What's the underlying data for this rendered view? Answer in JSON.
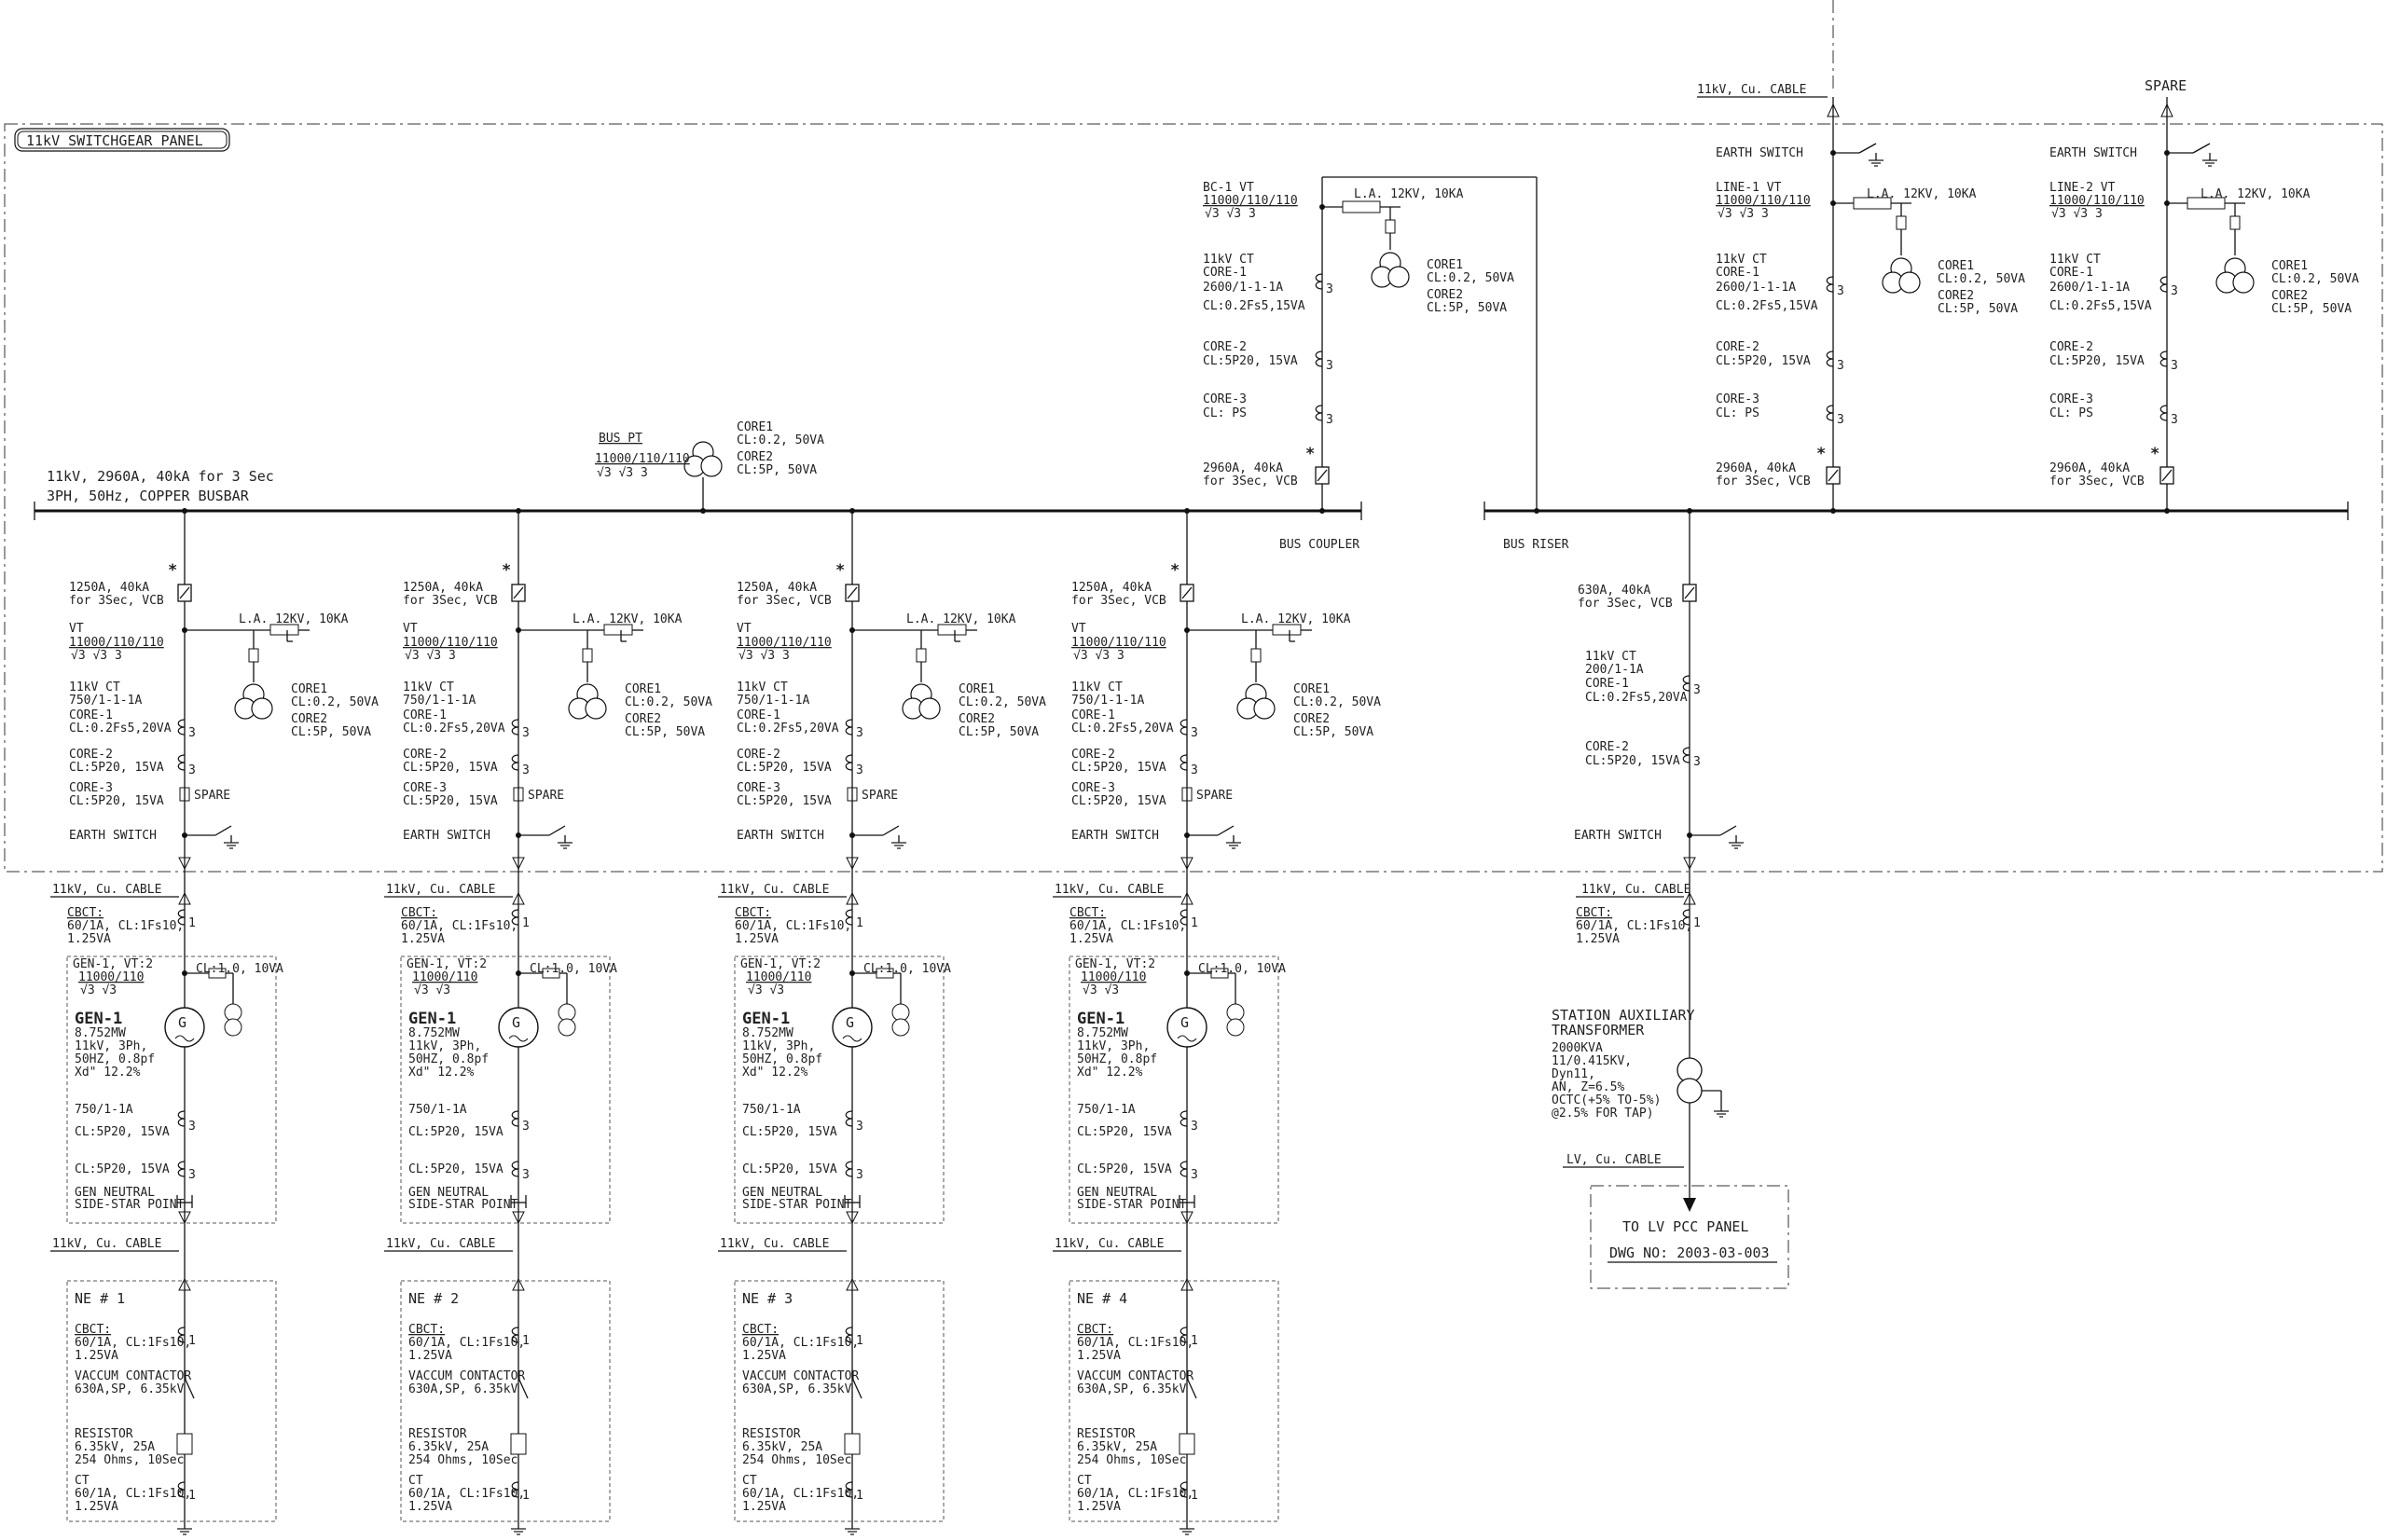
{
  "panel_title": "11kV SWITCHGEAR PANEL",
  "busbar": {
    "line1": "11kV, 2960A, 40kA for 3 Sec",
    "line2": "3PH, 50Hz, COPPER BUSBAR"
  },
  "bus_pt": {
    "label": "BUS PT",
    "ratio_num": "11000/110/110",
    "ratio_den": "√3  √3  3",
    "core1_a": "CORE1",
    "core1_b": "CL:0.2, 50VA",
    "core2_a": "CORE2",
    "core2_b": "CL:5P, 50VA"
  },
  "bus_coupler_label": "BUS COUPLER",
  "bus_riser_label": "BUS RISER",
  "spare_label": "SPARE",
  "incoming_cable": "11kV, Cu. CABLE",
  "bc_panel": {
    "vt": "BC-1 VT",
    "ratio_num": "11000/110/110",
    "ratio_den": "√3  √3  3",
    "la": "L.A. 12KV, 10KA",
    "core1_a": "CORE1",
    "core1_b": "CL:0.2, 50VA",
    "core2_a": "CORE2",
    "core2_b": "CL:5P, 50VA",
    "ct": "11kV CT",
    "ct_core1": "CORE-1",
    "ct_ratio": "2600/1-1-1A",
    "ct_cl": "CL:0.2Fs5,15VA",
    "core2": "CORE-2",
    "core2_cl": "CL:5P20, 15VA",
    "core3": "CORE-3",
    "core3_cl": "CL: PS",
    "vcb_a": "2960A, 40kA",
    "vcb_b": "for 3Sec, VCB"
  },
  "lines": [
    {
      "vt": "LINE-1 VT",
      "earth": "EARTH SWITCH",
      "ratio_num": "11000/110/110",
      "ratio_den": "√3  √3  3",
      "la": "L.A. 12KV, 10KA",
      "core1_a": "CORE1",
      "core1_b": "CL:0.2, 50VA",
      "core2_a": "CORE2",
      "core2_b": "CL:5P, 50VA",
      "ct": "11kV CT",
      "ct_core1": "CORE-1",
      "ct_ratio": "2600/1-1-1A",
      "ct_cl": "CL:0.2Fs5,15VA",
      "core2": "CORE-2",
      "core2_cl": "CL:5P20, 15VA",
      "core3": "CORE-3",
      "core3_cl": "CL: PS",
      "vcb_a": "2960A, 40kA",
      "vcb_b": "for 3Sec, VCB"
    },
    {
      "vt": "LINE-2 VT",
      "earth": "EARTH SWITCH",
      "ratio_num": "11000/110/110",
      "ratio_den": "√3  √3  3",
      "la": "L.A. 12KV, 10KA",
      "core1_a": "CORE1",
      "core1_b": "CL:0.2, 50VA",
      "core2_a": "CORE2",
      "core2_b": "CL:5P, 50VA",
      "ct": "11kV CT",
      "ct_core1": "CORE-1",
      "ct_ratio": "2600/1-1-1A",
      "ct_cl": "CL:0.2Fs5,15VA",
      "core2": "CORE-2",
      "core2_cl": "CL:5P20, 15VA",
      "core3": "CORE-3",
      "core3_cl": "CL: PS",
      "vcb_a": "2960A, 40kA",
      "vcb_b": "for 3Sec, VCB"
    }
  ],
  "feeders": [
    {
      "vcb_a": "1250A, 40kA",
      "vcb_b": "for 3Sec, VCB",
      "vt": "VT",
      "ratio_num": "11000/110/110",
      "ratio_den": "√3  √3  3",
      "la": "L.A. 12KV, 10KA",
      "core1_a": "CORE1",
      "core1_b": "CL:0.2, 50VA",
      "core2_a": "CORE2",
      "core2_b": "CL:5P, 50VA",
      "ct": "11kV CT",
      "ct_ratio": "750/1-1-1A",
      "ct_core1": "CORE-1",
      "ct_cl": "CL:0.2Fs5,20VA",
      "core2": "CORE-2",
      "core2_cl": "CL:5P20, 15VA",
      "core3": "CORE-3",
      "core3_cl": "CL:5P20, 15VA",
      "spare": "SPARE",
      "earth": "EARTH SWITCH",
      "cable": "11kV, Cu. CABLE",
      "cbct": "CBCT:",
      "cbct_a": "60/1A, CL:1Fs10,",
      "cbct_b": "1.25VA",
      "genvt": "GEN-1, VT:2",
      "genvt_num": "11000/110",
      "genvt_den": "√3  √3",
      "genvt_cl": "CL:1.0, 10VA",
      "gen": "GEN-1",
      "gen_mw": "8.752MW",
      "gen_v": "11kV, 3Ph,",
      "gen_hz": "50HZ, 0.8pf",
      "gen_xd": "Xd\" 12.2%",
      "g": "G",
      "nct": "750/1-1A",
      "nct_cl1": "CL:5P20, 15VA",
      "nct_cl2": "CL:5P20, 15VA",
      "neutral_a": "GEN NEUTRAL",
      "neutral_b": "SIDE-STAR POINT",
      "cable2": "11kV, Cu. CABLE",
      "ne": "NE # 1",
      "ne_cbct": "CBCT:",
      "ne_cbct_a": "60/1A, CL:1Fs10,",
      "ne_cbct_b": "1.25VA",
      "vc": "VACCUM CONTACTOR",
      "vc_b": "630A,SP, 6.35kV",
      "res": "RESISTOR",
      "res_a": "6.35kV, 25A",
      "res_b": "254 Ohms, 10Sec",
      "ct2": "CT",
      "ct2_a": "60/1A, CL:1Fs10,",
      "ct2_b": "1.25VA"
    },
    {
      "vcb_a": "1250A, 40kA",
      "vcb_b": "for 3Sec, VCB",
      "vt": "VT",
      "ratio_num": "11000/110/110",
      "ratio_den": "√3  √3  3",
      "la": "L.A. 12KV, 10KA",
      "core1_a": "CORE1",
      "core1_b": "CL:0.2, 50VA",
      "core2_a": "CORE2",
      "core2_b": "CL:5P, 50VA",
      "ct": "11kV CT",
      "ct_ratio": "750/1-1-1A",
      "ct_core1": "CORE-1",
      "ct_cl": "CL:0.2Fs5,20VA",
      "core2": "CORE-2",
      "core2_cl": "CL:5P20, 15VA",
      "core3": "CORE-3",
      "core3_cl": "CL:5P20, 15VA",
      "spare": "SPARE",
      "earth": "EARTH SWITCH",
      "cable": "11kV, Cu. CABLE",
      "cbct": "CBCT:",
      "cbct_a": "60/1A, CL:1Fs10,",
      "cbct_b": "1.25VA",
      "genvt": "GEN-1, VT:2",
      "genvt_num": "11000/110",
      "genvt_den": "√3  √3",
      "genvt_cl": "CL:1.0, 10VA",
      "gen": "GEN-1",
      "gen_mw": "8.752MW",
      "gen_v": "11kV, 3Ph,",
      "gen_hz": "50HZ, 0.8pf",
      "gen_xd": "Xd\" 12.2%",
      "g": "G",
      "nct": "750/1-1A",
      "nct_cl1": "CL:5P20, 15VA",
      "nct_cl2": "CL:5P20, 15VA",
      "neutral_a": "GEN NEUTRAL",
      "neutral_b": "SIDE-STAR POINT",
      "cable2": "11kV, Cu. CABLE",
      "ne": "NE # 2",
      "ne_cbct": "CBCT:",
      "ne_cbct_a": "60/1A, CL:1Fs10,",
      "ne_cbct_b": "1.25VA",
      "vc": "VACCUM CONTACTOR",
      "vc_b": "630A,SP, 6.35kV",
      "res": "RESISTOR",
      "res_a": "6.35kV, 25A",
      "res_b": "254 Ohms, 10Sec",
      "ct2": "CT",
      "ct2_a": "60/1A, CL:1Fs10,",
      "ct2_b": "1.25VA"
    },
    {
      "vcb_a": "1250A, 40kA",
      "vcb_b": "for 3Sec, VCB",
      "vt": "VT",
      "ratio_num": "11000/110/110",
      "ratio_den": "√3  √3  3",
      "la": "L.A. 12KV, 10KA",
      "core1_a": "CORE1",
      "core1_b": "CL:0.2, 50VA",
      "core2_a": "CORE2",
      "core2_b": "CL:5P, 50VA",
      "ct": "11kV CT",
      "ct_ratio": "750/1-1-1A",
      "ct_core1": "CORE-1",
      "ct_cl": "CL:0.2Fs5,20VA",
      "core2": "CORE-2",
      "core2_cl": "CL:5P20, 15VA",
      "core3": "CORE-3",
      "core3_cl": "CL:5P20, 15VA",
      "spare": "SPARE",
      "earth": "EARTH SWITCH",
      "cable": "11kV, Cu. CABLE",
      "cbct": "CBCT:",
      "cbct_a": "60/1A, CL:1Fs10,",
      "cbct_b": "1.25VA",
      "genvt": "GEN-1, VT:2",
      "genvt_num": "11000/110",
      "genvt_den": "√3  √3",
      "genvt_cl": "CL:1.0, 10VA",
      "gen": "GEN-1",
      "gen_mw": "8.752MW",
      "gen_v": "11kV, 3Ph,",
      "gen_hz": "50HZ, 0.8pf",
      "gen_xd": "Xd\" 12.2%",
      "g": "G",
      "nct": "750/1-1A",
      "nct_cl1": "CL:5P20, 15VA",
      "nct_cl2": "CL:5P20, 15VA",
      "neutral_a": "GEN NEUTRAL",
      "neutral_b": "SIDE-STAR POINT",
      "cable2": "11kV, Cu. CABLE",
      "ne": "NE # 3",
      "ne_cbct": "CBCT:",
      "ne_cbct_a": "60/1A, CL:1Fs10,",
      "ne_cbct_b": "1.25VA",
      "vc": "VACCUM CONTACTOR",
      "vc_b": "630A,SP, 6.35kV",
      "res": "RESISTOR",
      "res_a": "6.35kV, 25A",
      "res_b": "254 Ohms, 10Sec",
      "ct2": "CT",
      "ct2_a": "60/1A, CL:1Fs10,",
      "ct2_b": "1.25VA"
    },
    {
      "vcb_a": "1250A, 40kA",
      "vcb_b": "for 3Sec, VCB",
      "vt": "VT",
      "ratio_num": "11000/110/110",
      "ratio_den": "√3  √3  3",
      "la": "L.A. 12KV, 10KA",
      "core1_a": "CORE1",
      "core1_b": "CL:0.2, 50VA",
      "core2_a": "CORE2",
      "core2_b": "CL:5P, 50VA",
      "ct": "11kV CT",
      "ct_ratio": "750/1-1-1A",
      "ct_core1": "CORE-1",
      "ct_cl": "CL:0.2Fs5,20VA",
      "core2": "CORE-2",
      "core2_cl": "CL:5P20, 15VA",
      "core3": "CORE-3",
      "core3_cl": "CL:5P20, 15VA",
      "spare": "SPARE",
      "earth": "EARTH SWITCH",
      "cable": "11kV, Cu. CABLE",
      "cbct": "CBCT:",
      "cbct_a": "60/1A, CL:1Fs10,",
      "cbct_b": "1.25VA",
      "genvt": "GEN-1, VT:2",
      "genvt_num": "11000/110",
      "genvt_den": "√3  √3",
      "genvt_cl": "CL:1.0, 10VA",
      "gen": "GEN-1",
      "gen_mw": "8.752MW",
      "gen_v": "11kV, 3Ph,",
      "gen_hz": "50HZ, 0.8pf",
      "gen_xd": "Xd\" 12.2%",
      "g": "G",
      "nct": "750/1-1A",
      "nct_cl1": "CL:5P20, 15VA",
      "nct_cl2": "CL:5P20, 15VA",
      "neutral_a": "GEN NEUTRAL",
      "neutral_b": "SIDE-STAR POINT",
      "cable2": "11kV, Cu. CABLE",
      "ne": "NE # 4",
      "ne_cbct": "CBCT:",
      "ne_cbct_a": "60/1A, CL:1Fs10,",
      "ne_cbct_b": "1.25VA",
      "vc": "VACCUM CONTACTOR",
      "vc_b": "630A,SP, 6.35kV",
      "res": "RESISTOR",
      "res_a": "6.35kV, 25A",
      "res_b": "254 Ohms, 10Sec",
      "ct2": "CT",
      "ct2_a": "60/1A, CL:1Fs10,",
      "ct2_b": "1.25VA"
    }
  ],
  "aux_feeder": {
    "vcb_a": "630A, 40kA",
    "vcb_b": "for 3Sec, VCB",
    "ct": "11kV CT",
    "ct_ratio": "200/1-1A",
    "ct_core1": "CORE-1",
    "ct_cl": "CL:0.2Fs5,20VA",
    "core2": "CORE-2",
    "core2_cl": "CL:5P20, 15VA",
    "earth": "EARTH SWITCH",
    "cable": "11kV, Cu. CABLE",
    "cbct": "CBCT:",
    "cbct_a": "60/1A, CL:1Fs10,",
    "cbct_b": "1.25VA"
  },
  "transformer": {
    "title1": "STATION AUXILIARY",
    "title2": "TRANSFORMER",
    "l1": "2000KVA",
    "l2": "11/0.415KV,",
    "l3": "Dyn11,",
    "l4": "AN, Z=6.5%",
    "l5": "OCTC(+5% TO-5%)",
    "l6": "@2.5% FOR TAP)",
    "lv_cable": "LV, Cu. CABLE"
  },
  "lv_panel": {
    "title": "TO LV PCC PANEL",
    "dwg": "DWG NO: 2003-03-003"
  }
}
